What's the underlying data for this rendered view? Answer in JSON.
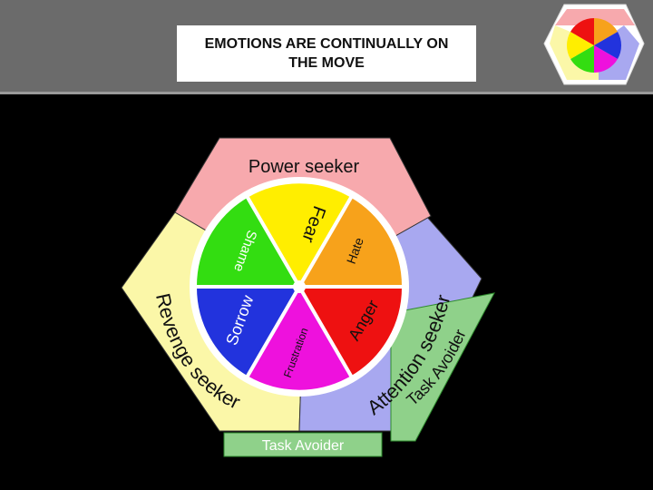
{
  "slide": {
    "title": "EMOTIONS ARE CONTINUALLY ON THE MOVE"
  },
  "diagram": {
    "segments": [
      {
        "label": "Power seeker",
        "color": "#f7a9ad"
      },
      {
        "label": "Attention seeker",
        "color": "#a8a8f0"
      },
      {
        "label": "Revenge seeker",
        "color": "#fbf7a8"
      },
      {
        "label": "Task Avoider",
        "color": "#8fd18a"
      }
    ],
    "wheel": [
      {
        "label": "Fear",
        "color": "#ffee00"
      },
      {
        "label": "Hate",
        "color": "#f7a21b"
      },
      {
        "label": "Anger",
        "color": "#ee1111"
      },
      {
        "label": "Frustration",
        "color": "#ee11dd"
      },
      {
        "label": "Sorrow",
        "color": "#2233dd"
      },
      {
        "label": "Shame",
        "color": "#33dd11"
      }
    ],
    "task_avoider_side_label": "Task Avoider",
    "task_avoider_bottom_label": "Task Avoider"
  }
}
